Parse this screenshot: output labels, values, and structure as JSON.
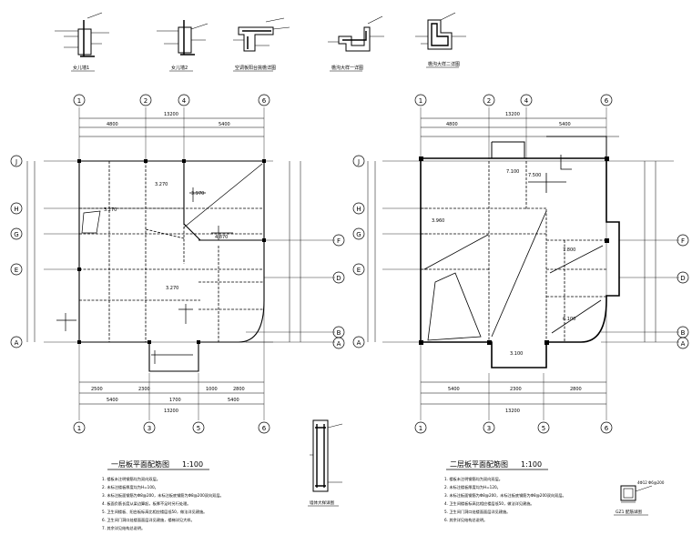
{
  "details": [
    {
      "id": "d1",
      "caption": "女儿墙1"
    },
    {
      "id": "d2",
      "caption": "女儿墙2"
    },
    {
      "id": "d3",
      "caption": "空调板阳台挑檐详图"
    },
    {
      "id": "d4",
      "caption": "檐沟大样一详图"
    },
    {
      "id": "d5",
      "caption": "檐沟大样二详图"
    }
  ],
  "plan1": {
    "title": "一层板平面配筋图",
    "scale": "1:100",
    "top_axes": [
      "1",
      "2",
      "4",
      "6"
    ],
    "bottom_axes": [
      "1",
      "3",
      "5",
      "6"
    ],
    "left_axes": [
      "J",
      "H",
      "G",
      "E",
      "A"
    ],
    "right_axes": [
      "F",
      "D",
      "B",
      "A"
    ],
    "top_dims": [
      "4800",
      "5400"
    ],
    "top_total": "13200",
    "bottom_dims": [
      "2500",
      "2300",
      "1000",
      "2800"
    ],
    "bottom_mid": [
      "5400",
      "1700",
      "5400"
    ],
    "bottom_total": "13200",
    "slab_labels": [
      "3.270",
      "3.270",
      "3.270",
      "3.970",
      "4.870"
    ],
    "notes": [
      "1. 楼板未注明钢筋均为双向双层。",
      "2. 未标注楼板厚度均为H=100。",
      "3. 未标注板面钢筋为Φ8@200，未标注板底钢筋为Φ8@200双向双层。",
      "4. 板面负筋长度从梁边算起，板厚不足时另行处理。",
      "5. 卫生间楼板、阳台板标高比相应楼层低50，做法详见建施。",
      "6. 卫生间门洞口处楼面面层详见建施，楼梯详见大样。",
      "7. 其余详见结构总说明。"
    ]
  },
  "plan2": {
    "title": "二层板平面配筋图",
    "scale": "1:100",
    "top_axes": [
      "1",
      "2",
      "4",
      "6"
    ],
    "bottom_axes": [
      "1",
      "3",
      "5",
      "6"
    ],
    "left_axes": [
      "J",
      "H",
      "G",
      "E",
      "A"
    ],
    "right_axes": [
      "F",
      "D",
      "B",
      "A"
    ],
    "top_dims": [
      "4800",
      "5400"
    ],
    "top_total": "13200",
    "bottom_dims": [
      "5400",
      "2300",
      "2800"
    ],
    "bottom_total": "13200",
    "slab_labels": [
      "7.100",
      "7.500",
      "7.800",
      "3.960",
      "3.100",
      "6.100"
    ],
    "notes": [
      "1. 楼板未注明钢筋均为双向双层。",
      "2. 未标注楼板厚度均为H=120。",
      "3. 未标注板面钢筋为Φ8@200，未标注板底钢筋为Φ8@200双向双层。",
      "4. 卫生间楼板标高比相应楼层低50，做法详见建施。",
      "5. 卫生间门洞口处楼面面层详见建施。",
      "6. 其余详见结构总说明。"
    ]
  },
  "section_caption": "墙体大样详图",
  "gz_caption": "GZ1 配筋详图",
  "gz_label": "4Φ12 Φ6@200"
}
